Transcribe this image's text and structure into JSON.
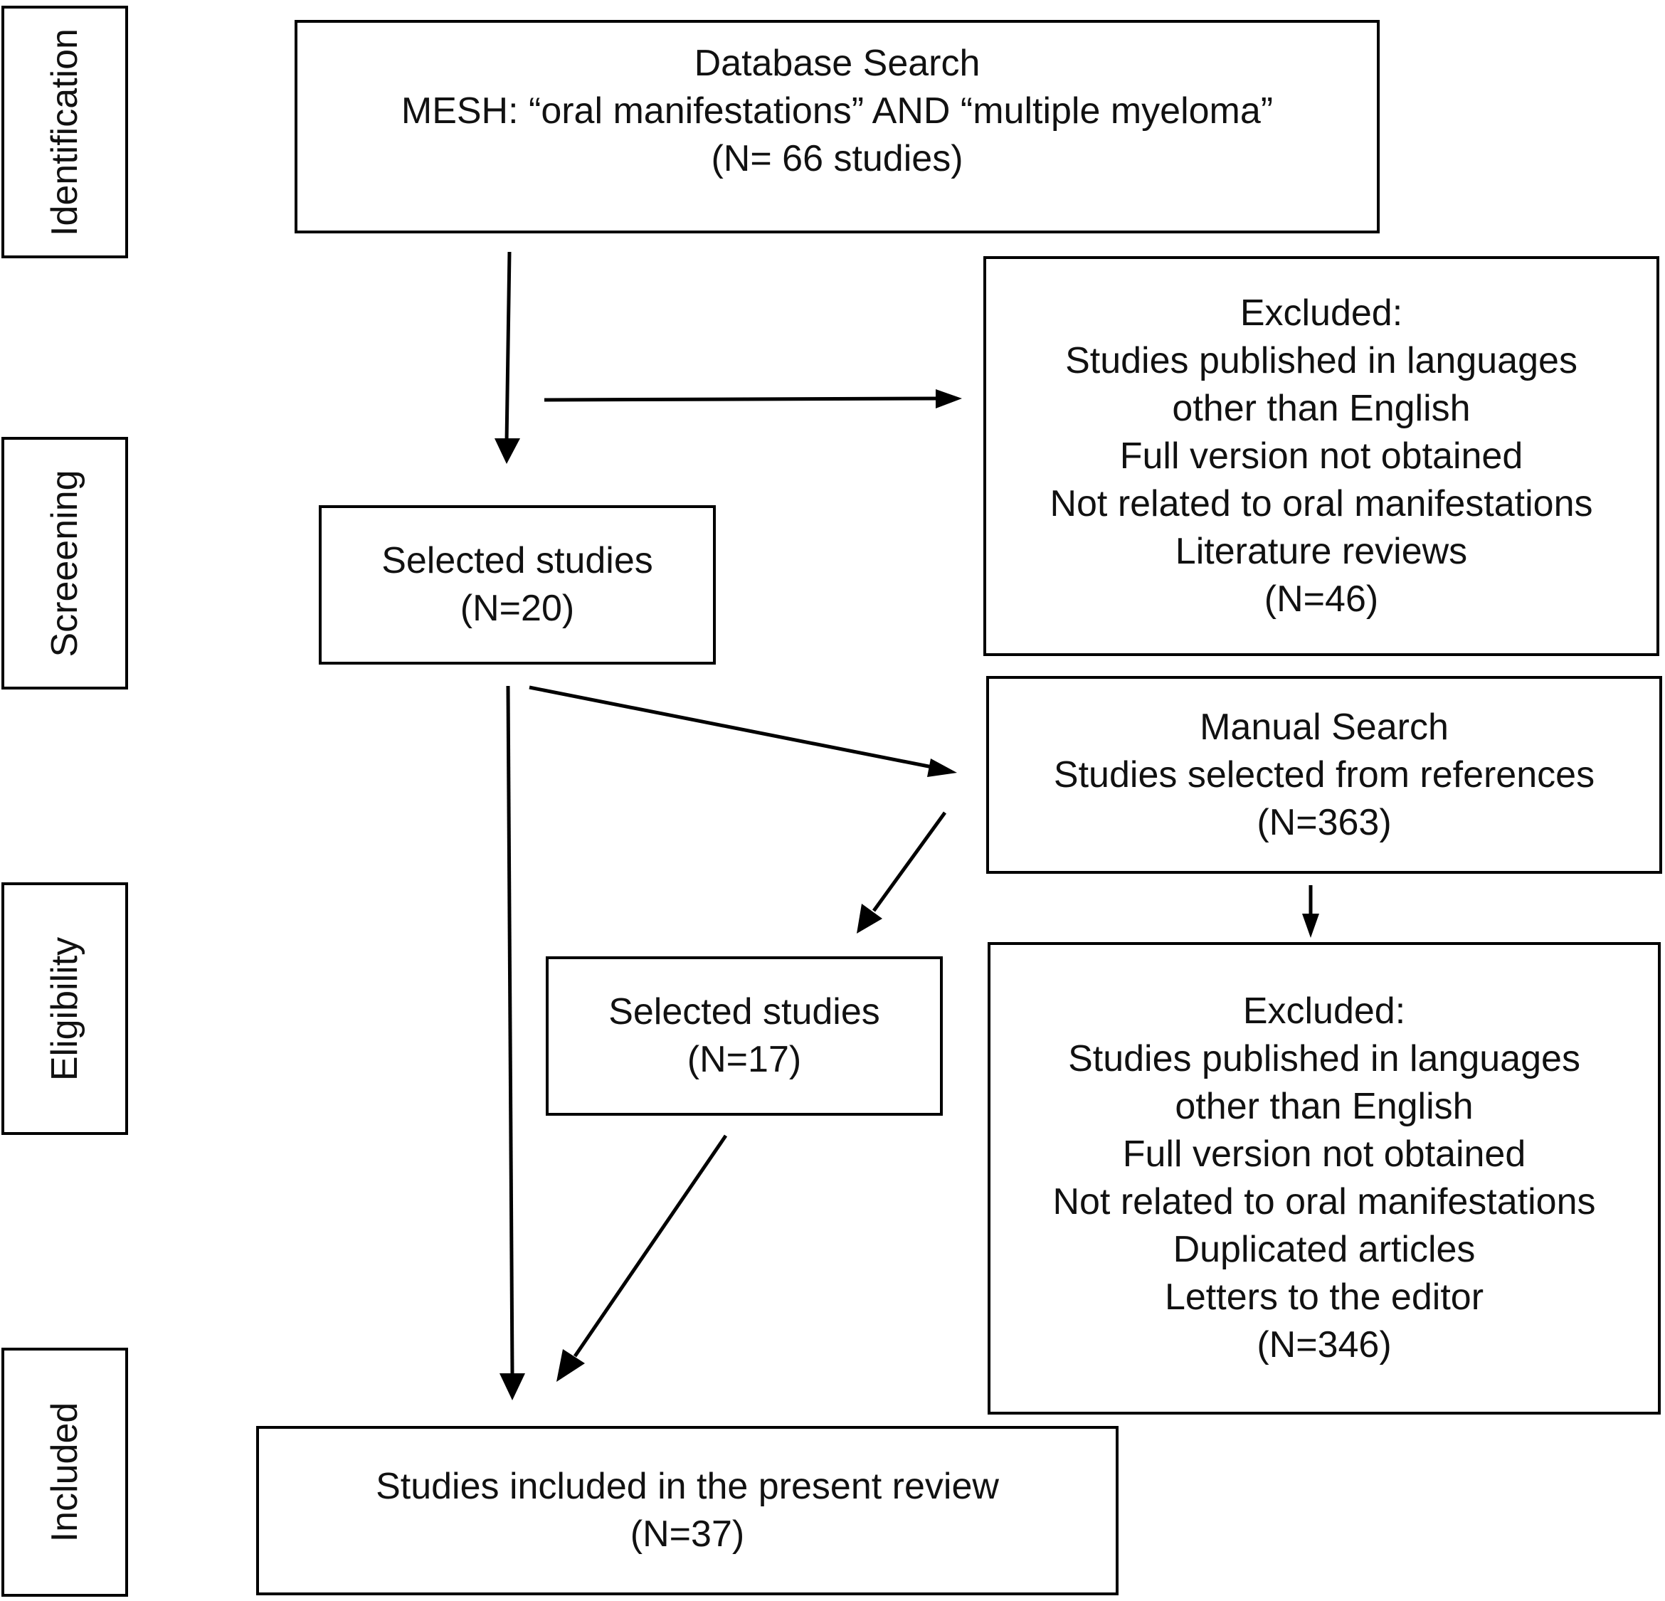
{
  "stages": [
    "Identification",
    "Screeening",
    "Eligibility",
    "Included"
  ],
  "boxes": {
    "database_search": [
      "Database Search",
      "MESH: “oral manifestations” AND “multiple myeloma”",
      "(N= 66 studies)"
    ],
    "excluded_first": [
      "Excluded:",
      "Studies published in languages",
      "other than English",
      "Full version not obtained",
      "Not related to oral manifestations",
      "Literature reviews",
      "(N=46)"
    ],
    "selected_first": [
      "Selected studies",
      "(N=20)"
    ],
    "manual_search": [
      "Manual Search",
      "Studies selected from references",
      "(N=363)"
    ],
    "selected_second": [
      "Selected studies",
      "(N=17)"
    ],
    "excluded_second": [
      "Excluded:",
      "Studies published in languages",
      "other than English",
      "Full version not obtained",
      "Not related to oral manifestations",
      "Duplicated articles",
      "Letters to the editor",
      "(N=346)"
    ],
    "included": [
      "Studies included in the present review",
      "(N=37)"
    ]
  }
}
